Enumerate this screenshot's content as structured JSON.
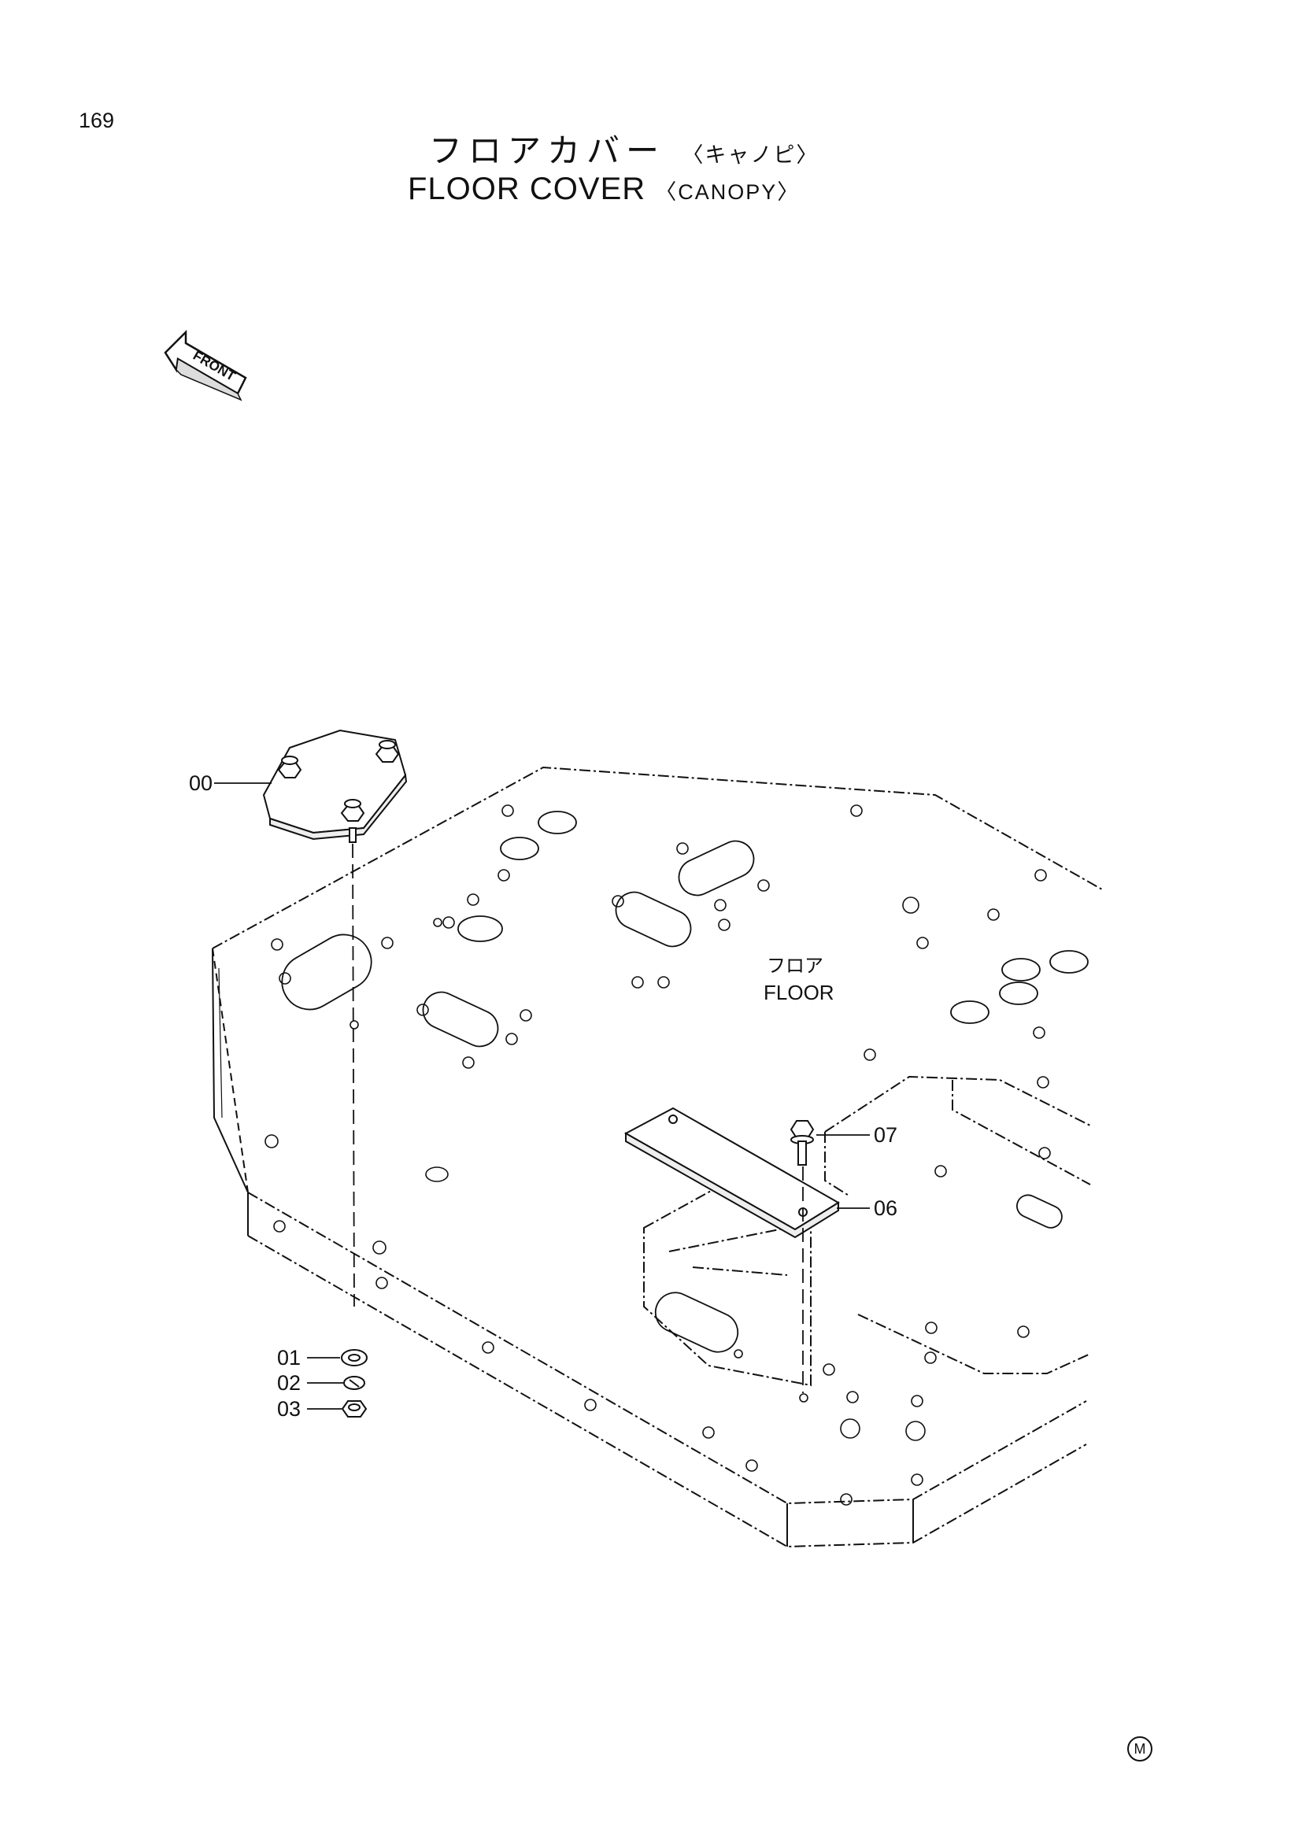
{
  "page_number": "169",
  "title": {
    "jp": "フロアカバー",
    "jp_sub": "〈キャノピ〉",
    "en": "FLOOR COVER",
    "en_sub": "〈CANOPY〉"
  },
  "front_arrow_label": "FRONT",
  "floor_label": {
    "jp": "フロア",
    "en": "FLOOR"
  },
  "callouts": {
    "c00": "00",
    "c01": "01",
    "c02": "02",
    "c03": "03",
    "c06": "06",
    "c07": "07"
  },
  "corner_mark": "M"
}
